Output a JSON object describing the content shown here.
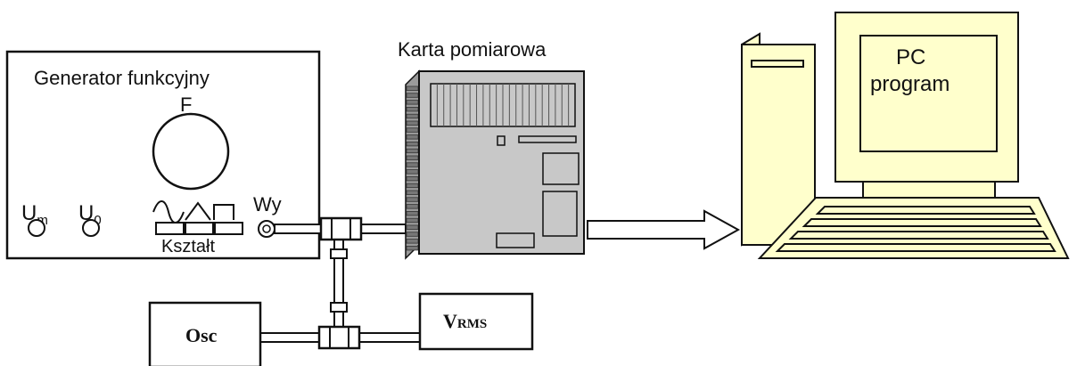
{
  "generator": {
    "title": "Generator funkcyjny",
    "knob_label": "F",
    "um_main": "U",
    "um_sub": "m",
    "u0_main": "U",
    "u0_sub": "0",
    "output_label": "Wy",
    "shape_label": "Kształt"
  },
  "card": {
    "title": "Karta pomiarowa"
  },
  "pc": {
    "line1": "PC",
    "line2": "program",
    "color": "#ffffcc"
  },
  "osc": {
    "label": "Osc"
  },
  "vrms": {
    "main": "V",
    "sub": "RMS"
  },
  "colors": {
    "card_fill": "#c8c8c8",
    "pc_fill": "#ffffcc",
    "line": "#111111"
  }
}
